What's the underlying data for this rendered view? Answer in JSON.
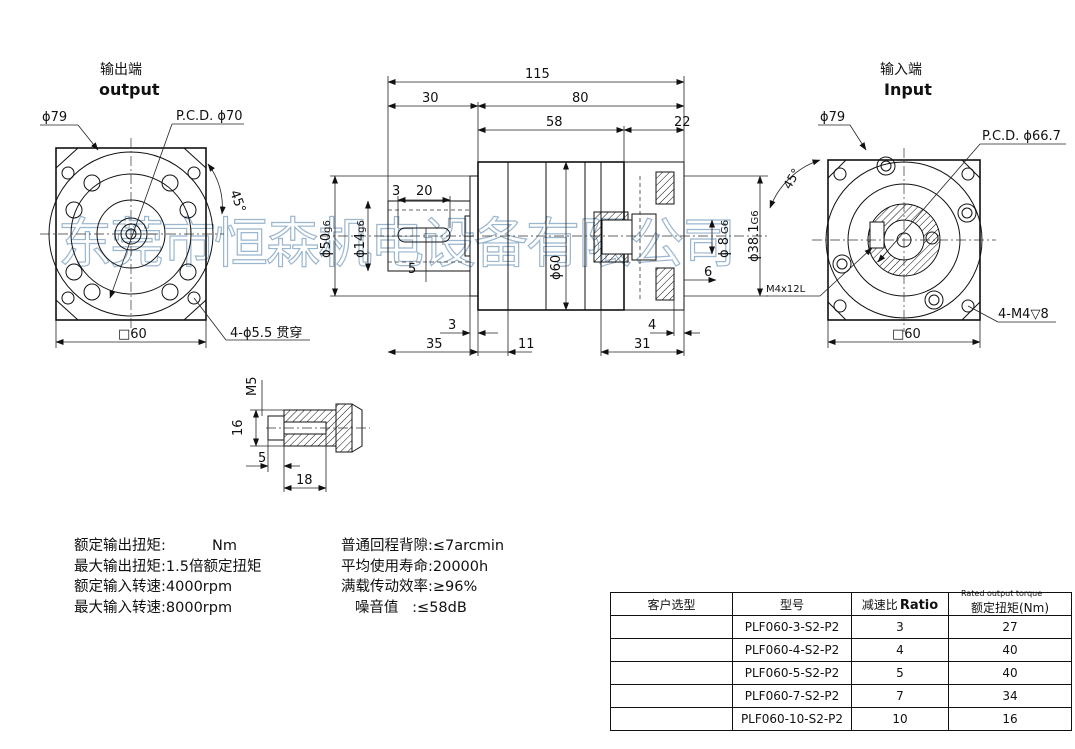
{
  "left_view": {
    "title_cn": "输出端",
    "title_en": "output",
    "dia_flange": "ϕ79",
    "pcd": "P.C.D. ϕ70",
    "angle": "45°",
    "square": "□60",
    "holes_note": "4-ϕ5.5 贯穿",
    "watermark": "东莞市恒森机电设备有限公司"
  },
  "right_view": {
    "title_cn": "输入端",
    "title_en": "Input",
    "dia_flange": "ϕ79",
    "pcd": "P.C.D. ϕ66.7",
    "angle": "45°",
    "square": "□60",
    "screw": "M4x12L",
    "holes_note": "4-M4▽8"
  },
  "side_view": {
    "dim_total": "115",
    "dim_30": "30",
    "dim_80": "80",
    "dim_58": "58",
    "dim_22": "22",
    "dim_3a": "3",
    "dim_20": "20",
    "dia_50": "ϕ50",
    "g6_50": "g6",
    "dia_14": "ϕ14",
    "g6_14": "g6",
    "dim_5": "5",
    "dia_60": "ϕ60",
    "dia_8": "ϕ 8",
    "g6_8": "G6",
    "dia_38": "ϕ38.1",
    "g6_38": "G6",
    "dim_6": "6",
    "dim_3b": "3",
    "dim_4": "4",
    "dim_35": "35",
    "dim_11": "11",
    "dim_31": "31"
  },
  "detail_view": {
    "m5": "M5",
    "dim_16": "16",
    "dim_5": "5",
    "dim_18": "18"
  },
  "specs": {
    "left": [
      {
        "label": "额定输出扭矩:",
        "value": "Nm"
      },
      {
        "label": "最大输出扭矩:",
        "value": "1.5倍额定扭矩"
      },
      {
        "label": "额定输入转速:",
        "value": "4000rpm"
      },
      {
        "label": "最大输入转速:",
        "value": "8000rpm"
      }
    ],
    "right": [
      "普通回程背隙:≤7arcmin",
      "平均使用寿命:20000h",
      "满载传动效率:≥96%",
      "   噪音值   :≤58dB"
    ]
  },
  "table": {
    "headers": {
      "customer": "客户选型",
      "model": "型号",
      "ratio_cn": "减速比",
      "ratio_en": "Ratio",
      "torque_en": "Rated output torque",
      "torque_cn": "额定扭矩(Nm)"
    },
    "rows": [
      {
        "model": "PLF060-3-S2-P2",
        "ratio": "3",
        "torque": "27"
      },
      {
        "model": "PLF060-4-S2-P2",
        "ratio": "4",
        "torque": "40"
      },
      {
        "model": "PLF060-5-S2-P2",
        "ratio": "5",
        "torque": "40"
      },
      {
        "model": "PLF060-7-S2-P2",
        "ratio": "7",
        "torque": "34"
      },
      {
        "model": "PLF060-10-S2-P2",
        "ratio": "10",
        "torque": "16"
      }
    ]
  }
}
